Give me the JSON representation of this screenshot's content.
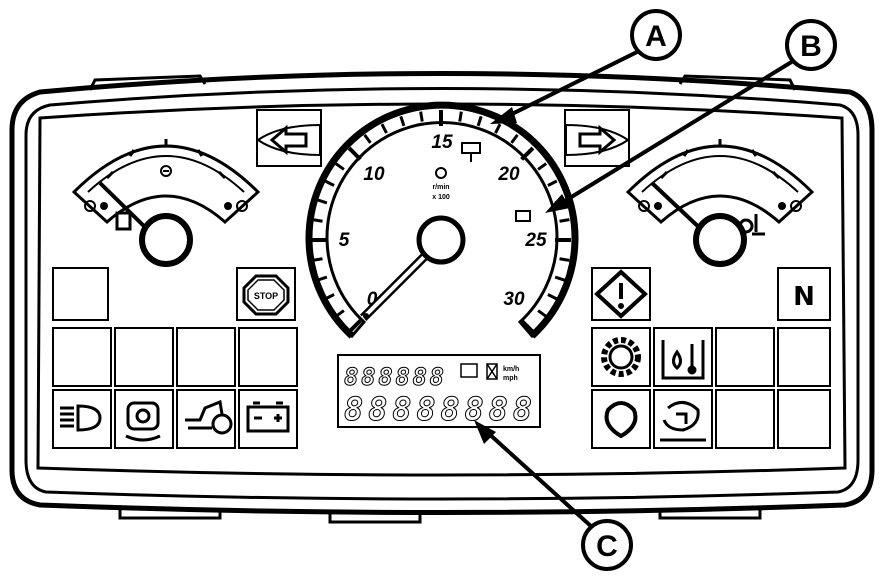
{
  "callouts": {
    "a": {
      "letter": "A"
    },
    "b": {
      "letter": "B"
    },
    "c": {
      "letter": "C"
    }
  },
  "tachometer": {
    "min": 0,
    "max": 30,
    "tick_labels": [
      "0",
      "5",
      "10",
      "15",
      "20",
      "25",
      "30"
    ],
    "unit_line1": "r/min",
    "unit_line2": "x 100",
    "needle_value": 0
  },
  "indicators": {
    "left_top_box": "",
    "stop_label": "STOP",
    "neutral_label": "N"
  },
  "lcd": {
    "top_digits": "888888",
    "bottom_digits": "88888888",
    "small_label_1": "km/h",
    "small_label_2": "mph"
  }
}
